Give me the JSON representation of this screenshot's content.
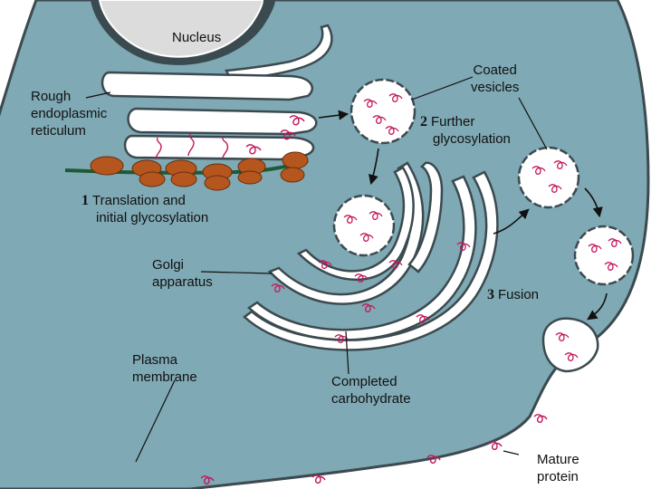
{
  "colors": {
    "cytoplasm": "#7fa9b4",
    "membrane": "#3b4a4f",
    "lumen": "#ffffff",
    "ribosome": "#b5561f",
    "mrna": "#1d5a36",
    "protein": "#c2185b",
    "sugar": "#1f7a3d",
    "nucleus": "#dcdcdc"
  },
  "labels": {
    "nucleus": "Nucleus",
    "rough_er": [
      "Rough",
      "endoplasmic",
      "reticulum"
    ],
    "step1_num": "1",
    "step1": [
      "Translation and",
      "initial glycosylation"
    ],
    "coated_vesicles": [
      "Coated",
      "vesicles"
    ],
    "step2_num": "2",
    "step2": [
      "Further",
      "glycosylation"
    ],
    "golgi": [
      "Golgi",
      "apparatus"
    ],
    "step3_num": "3",
    "step3": "Fusion",
    "plasma_membrane": [
      "Plasma",
      "membrane"
    ],
    "completed_carb": [
      "Completed",
      "carbohydrate"
    ],
    "mature_protein": [
      "Mature",
      "protein"
    ]
  },
  "icons": [
    "ribosome-icon",
    "glycoprotein-icon",
    "vesicle-icon",
    "arrow-icon"
  ]
}
